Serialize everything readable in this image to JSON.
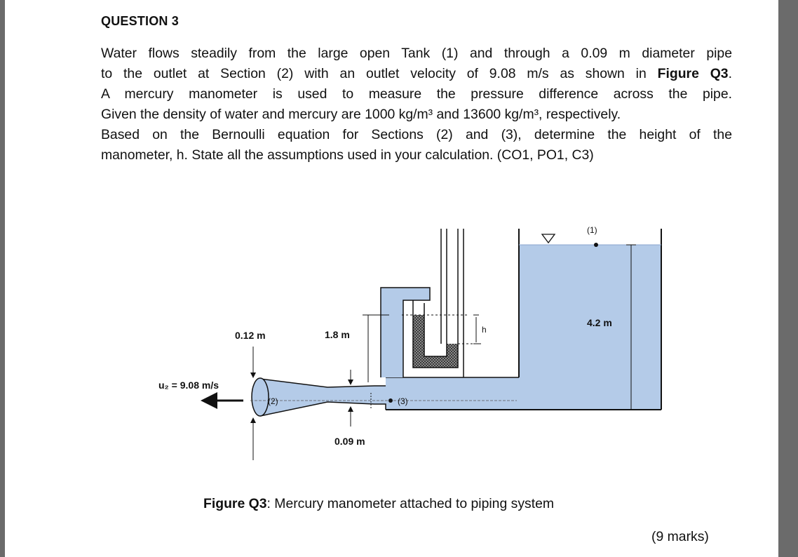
{
  "document": {
    "heading": "QUESTION 3",
    "paragraph_lines": [
      "Water flows steadily from the large open Tank (1) and through a 0.09 m diameter pipe",
      "to the outlet at Section (2) with an outlet velocity of 9.08 m/s as shown in ",
      "A mercury manometer is used to measure the pressure difference across the pipe.",
      "Given the density of water and mercury are 1000 kg/m³ and 13600 kg/m³, respectively.",
      "Based on the Bernoulli equation for Sections (2) and (3), determine the height of the",
      "manometer, h. State all the assumptions used in your calculation. (CO1, PO1, C3)"
    ],
    "figure_ref_bold": "Figure Q3",
    "figure_ref_after": ".",
    "caption_bold": "Figure Q3",
    "caption_text": ": Mercury manometer attached to piping system",
    "marks": "(9 marks)"
  },
  "figure": {
    "labels": {
      "section1": "(1)",
      "section2": "(2)",
      "section3": "(3)",
      "tank_height": "4.2 m",
      "outlet_diameter": "0.12 m",
      "pipe_elevation": "1.8 m",
      "pipe_diameter": "0.09 m",
      "manometer_h": "h",
      "outlet_velocity": "u₂ = 9.08 m/s"
    },
    "colors": {
      "water": "#b4cbe8",
      "outline": "#111111",
      "mercury": "#6e6e6e"
    }
  }
}
